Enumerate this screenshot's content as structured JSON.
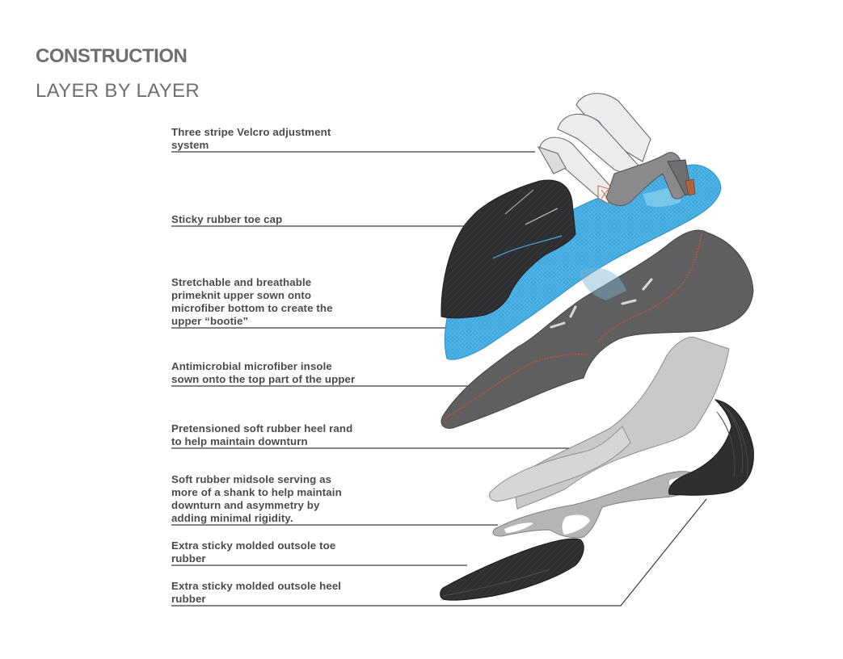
{
  "header": {
    "title": "CONSTRUCTION",
    "subtitle": "LAYER BY LAYER"
  },
  "colors": {
    "primeknit_blue": "#3fa9de",
    "microfiber_gray": "#5f5f61",
    "rubber_dark": "#2f2f31",
    "rand_light": "#c9c9cb",
    "midsole_light": "#b5b5b7",
    "velcro_white": "#ececec",
    "stitch_red": "#c8502e",
    "leader_line": "#3a3a3a",
    "text": "#4b4b4b"
  },
  "callouts": [
    {
      "text": "Three stripe Velcro adjustment\nsystem"
    },
    {
      "text": "Sticky rubber toe cap"
    },
    {
      "text": "Stretchable and breathable\nprimeknit upper sown onto\nmicrofiber bottom to create the\nupper “bootie”"
    },
    {
      "text": "Antimicrobial microfiber insole\nsown onto the top part of the upper"
    },
    {
      "text": "Pretensioned soft rubber heel rand\nto help maintain downturn"
    },
    {
      "text": "Soft rubber midsole serving as\nmore of a shank to help maintain\ndownturn and asymmetry by\nadding minimal rigidity."
    },
    {
      "text": "Extra sticky molded outsole toe\nrubber"
    },
    {
      "text": "Extra sticky molded outsole heel\nrubber"
    }
  ]
}
